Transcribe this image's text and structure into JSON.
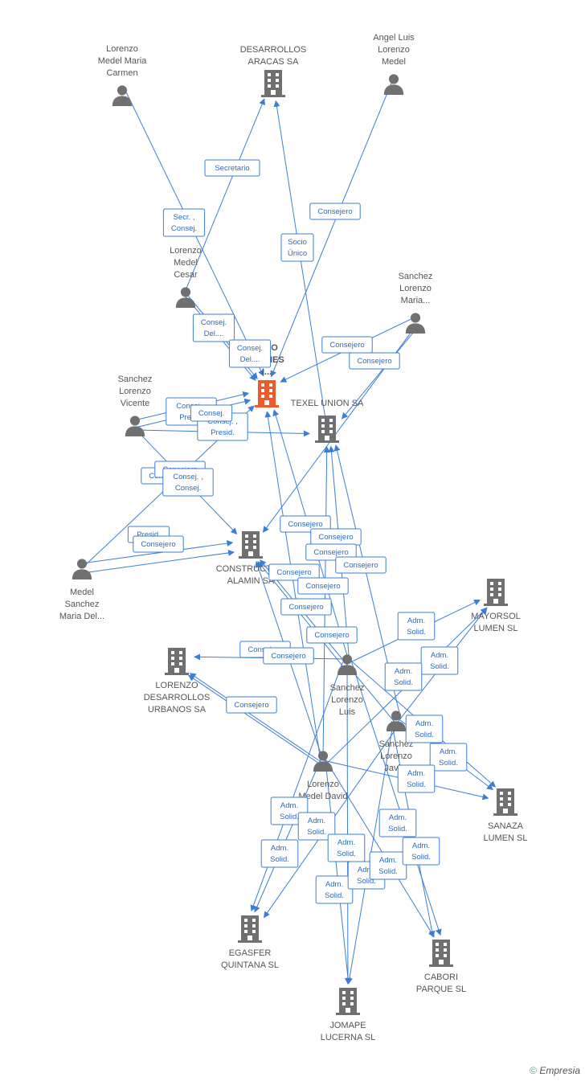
{
  "colors": {
    "edge": "#3a7fd5",
    "node": "#707070",
    "focus": "#f05a28",
    "label": "#555555"
  },
  "nodes": [
    {
      "id": "lorenzo-medel-maria-carmen",
      "type": "person",
      "label": [
        "Lorenzo",
        "Medel Maria",
        "Carmen"
      ]
    },
    {
      "id": "desarrollos-aracas",
      "type": "company",
      "label": [
        "DESARROLLOS",
        "ARACAS SA"
      ]
    },
    {
      "id": "angel-luis",
      "type": "person",
      "label": [
        "Angel Luis",
        "Lorenzo",
        "Medel"
      ]
    },
    {
      "id": "lorenzo-medel-cesar",
      "type": "person",
      "label": [
        "Lorenzo",
        "Medel",
        "Cesar"
      ]
    },
    {
      "id": "sanchez-lorenzo-maria",
      "type": "person",
      "label": [
        "Sanchez",
        "Lorenzo",
        "Maria..."
      ]
    },
    {
      "id": "focus-company",
      "type": "focus",
      "label": [
        "...IZO",
        "...IONES",
        "I..."
      ]
    },
    {
      "id": "texel-union",
      "type": "company",
      "label": [
        "TEXEL UNION SA"
      ]
    },
    {
      "id": "sanchez-lorenzo-vicente",
      "type": "person",
      "label": [
        "Sanchez",
        "Lorenzo",
        "Vicente"
      ]
    },
    {
      "id": "construct-alamin",
      "type": "company",
      "label": [
        "CONSTRUCTO...",
        "ALAMIN SA"
      ]
    },
    {
      "id": "medel-sanchez-maria",
      "type": "person",
      "label": [
        "Medel",
        "Sanchez",
        "Maria Del..."
      ]
    },
    {
      "id": "mayorsol-lumen",
      "type": "company",
      "label": [
        "MAYORSOL",
        "LUMEN SL"
      ]
    },
    {
      "id": "lorenzo-desarrollos",
      "type": "company",
      "label": [
        "LORENZO",
        "DESARROLLOS",
        "URBANOS SA"
      ]
    },
    {
      "id": "sanchez-lorenzo-luis",
      "type": "person",
      "label": [
        "Sanchez",
        "Lorenzo",
        "Luis"
      ]
    },
    {
      "id": "sanchez-lorenzo-javier",
      "type": "person",
      "label": [
        "Sanchez",
        "Lorenzo",
        "Javier"
      ]
    },
    {
      "id": "lorenzo-medel-david",
      "type": "person",
      "label": [
        "Lorenzo",
        "Medel David"
      ]
    },
    {
      "id": "sanaza-lumen",
      "type": "company",
      "label": [
        "SANAZA",
        "LUMEN SL"
      ]
    },
    {
      "id": "egasfer-quintana",
      "type": "company",
      "label": [
        "EGASFER",
        "QUINTANA SL"
      ]
    },
    {
      "id": "cabori-parque",
      "type": "company",
      "label": [
        "CABORI",
        "PARQUE SL"
      ]
    },
    {
      "id": "jomape-lucerna",
      "type": "company",
      "label": [
        "JOMAPE",
        "LUCERNA SL"
      ]
    }
  ],
  "edges": [
    {
      "from": "lorenzo-medel-maria-carmen",
      "to": "focus-company",
      "label": [
        "Secr. ,",
        "Consej."
      ]
    },
    {
      "from": "lorenzo-medel-cesar",
      "to": "desarrollos-aracas",
      "label": [
        "Secretario"
      ]
    },
    {
      "from": "texel-union",
      "to": "desarrollos-aracas",
      "label": [
        "Socio",
        "Único"
      ]
    },
    {
      "from": "angel-luis",
      "to": "focus-company",
      "label": [
        "Consejero"
      ]
    },
    {
      "from": "sanchez-lorenzo-maria",
      "to": "focus-company",
      "label": [
        "Consejero"
      ]
    },
    {
      "from": "sanchez-lorenzo-maria",
      "to": "texel-union",
      "label": [
        "Consejero"
      ]
    },
    {
      "from": "lorenzo-medel-cesar",
      "to": "focus-company",
      "label": [
        "Consej.",
        "Del...."
      ]
    },
    {
      "from": "lorenzo-medel-cesar",
      "to": "focus-company",
      "label": [
        "Consej.",
        "Del...."
      ]
    },
    {
      "from": "sanchez-lorenzo-vicente",
      "to": "focus-company",
      "label": [
        "Consej. ,",
        "Presid."
      ]
    },
    {
      "from": "sanchez-lorenzo-vicente",
      "to": "texel-union",
      "label": [
        "Consej. ,",
        "Presid."
      ]
    },
    {
      "from": "sanchez-lorenzo-vicente",
      "to": "focus-company",
      "label": [
        "Consej."
      ]
    },
    {
      "from": "sanchez-lorenzo-maria",
      "to": "construct-alamin",
      "label": [
        "Consejero"
      ]
    },
    {
      "from": "medel-sanchez-maria",
      "to": "focus-company",
      "label": [
        "Consejero"
      ]
    },
    {
      "from": "sanchez-lorenzo-vicente",
      "to": "construct-alamin",
      "label": [
        "Consej. ,",
        "Consej."
      ]
    },
    {
      "from": "medel-sanchez-maria",
      "to": "construct-alamin",
      "label": [
        "Presid."
      ]
    },
    {
      "from": "medel-sanchez-maria",
      "to": "construct-alamin",
      "label": [
        "Consejero"
      ]
    },
    {
      "from": "lorenzo-medel-david",
      "to": "focus-company",
      "label": [
        "Consejero"
      ]
    },
    {
      "from": "lorenzo-medel-david",
      "to": "texel-union",
      "label": [
        "Consejero"
      ]
    },
    {
      "from": "sanchez-lorenzo-luis",
      "to": "texel-union",
      "label": [
        "Consejero"
      ]
    },
    {
      "from": "sanchez-lorenzo-javier",
      "to": "texel-union",
      "label": [
        "Consejero"
      ]
    },
    {
      "from": "sanchez-lorenzo-luis",
      "to": "construct-alamin",
      "label": [
        "Consejero"
      ]
    },
    {
      "from": "sanchez-lorenzo-javier",
      "to": "construct-alamin",
      "label": [
        "Consejero"
      ]
    },
    {
      "from": "lorenzo-medel-david",
      "to": "construct-alamin",
      "label": [
        "Consejero"
      ]
    },
    {
      "from": "sanchez-lorenzo-luis",
      "to": "focus-company",
      "label": [
        "Consejero"
      ]
    },
    {
      "from": "sanchez-lorenzo-luis",
      "to": "lorenzo-desarrollos",
      "label": [
        "Consejero"
      ]
    },
    {
      "from": "lorenzo-medel-david",
      "to": "lorenzo-desarrollos",
      "label": [
        "Consejero"
      ]
    },
    {
      "from": "lorenzo-medel-david",
      "to": "lorenzo-desarrollos",
      "label": [
        "Consejero"
      ]
    },
    {
      "from": "sanchez-lorenzo-luis",
      "to": "mayorsol-lumen",
      "label": [
        "Adm.",
        "Solid."
      ]
    },
    {
      "from": "sanchez-lorenzo-javier",
      "to": "mayorsol-lumen",
      "label": [
        "Adm.",
        "Solid."
      ]
    },
    {
      "from": "lorenzo-medel-david",
      "to": "mayorsol-lumen",
      "label": [
        "Adm.",
        "Solid."
      ]
    },
    {
      "from": "sanchez-lorenzo-luis",
      "to": "sanaza-lumen",
      "label": [
        "Adm.",
        "Solid."
      ]
    },
    {
      "from": "sanchez-lorenzo-javier",
      "to": "sanaza-lumen",
      "label": [
        "Adm.",
        "Solid."
      ]
    },
    {
      "from": "lorenzo-medel-david",
      "to": "sanaza-lumen",
      "label": [
        "Adm.",
        "Solid."
      ]
    },
    {
      "from": "lorenzo-medel-david",
      "to": "egasfer-quintana",
      "label": [
        "Adm.",
        "Solid."
      ]
    },
    {
      "from": "sanchez-lorenzo-luis",
      "to": "egasfer-quintana",
      "label": [
        "Adm.",
        "Solid."
      ]
    },
    {
      "from": "sanchez-lorenzo-javier",
      "to": "egasfer-quintana",
      "label": [
        "Adm.",
        "Solid."
      ]
    },
    {
      "from": "lorenzo-medel-david",
      "to": "jomape-lucerna",
      "label": [
        "Adm.",
        "Solid."
      ]
    },
    {
      "from": "sanchez-lorenzo-luis",
      "to": "jomape-lucerna",
      "label": [
        "Adm.",
        "Solid."
      ]
    },
    {
      "from": "sanchez-lorenzo-javier",
      "to": "jomape-lucerna",
      "label": [
        "Adm.",
        "Solid."
      ]
    },
    {
      "from": "sanchez-lorenzo-javier",
      "to": "cabori-parque",
      "label": [
        "Adm.",
        "Solid."
      ]
    },
    {
      "from": "sanchez-lorenzo-luis",
      "to": "cabori-parque",
      "label": [
        "Adm.",
        "Solid."
      ]
    },
    {
      "from": "lorenzo-medel-david",
      "to": "cabori-parque",
      "label": [
        "Adm.",
        "Solid."
      ]
    }
  ],
  "footer": {
    "copyright": "©",
    "brand": "Empresia"
  }
}
